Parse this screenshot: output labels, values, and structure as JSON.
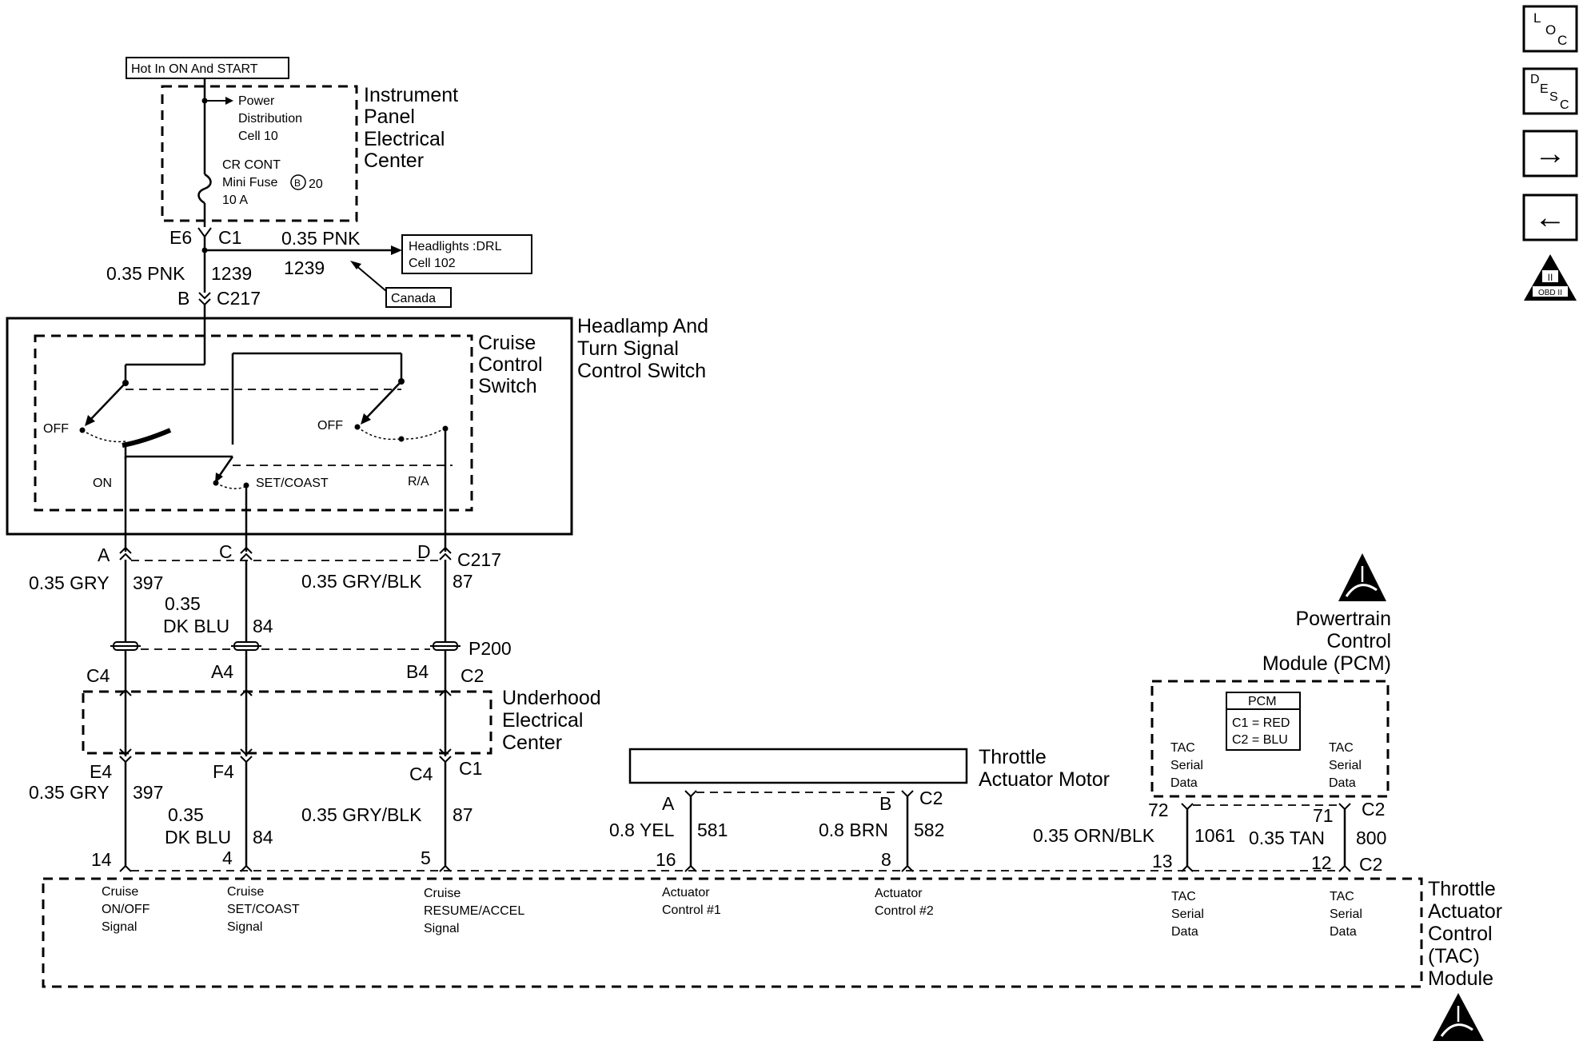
{
  "top": {
    "hot_label": "Hot In ON And START",
    "ipec": {
      "power_dist": [
        "Power",
        "Distribution",
        "Cell 10"
      ],
      "fuse": [
        "CR CONT",
        "Mini Fuse",
        "20",
        "10 A"
      ],
      "fuse_marker": "B",
      "title": [
        "Instrument",
        "Panel",
        "Electrical",
        "Center"
      ]
    },
    "conn_e6": "E6",
    "conn_c1": "C1",
    "branch_wire": "0.35 PNK",
    "branch_circuit": "1239",
    "headlights_box": [
      "Headlights :DRL",
      "Cell 102"
    ],
    "canada": "Canada",
    "main_wire": "0.35 PNK",
    "main_circuit": "1239",
    "conn_b": "B",
    "conn_c217": "C217"
  },
  "switch": {
    "outer_title": [
      "Headlamp And",
      "Turn Signal",
      "Control Switch"
    ],
    "inner_title": [
      "Cruise",
      "Control",
      "Switch"
    ],
    "off_left": "OFF",
    "off_right": "OFF",
    "on": "ON",
    "set_coast": "SET/COAST",
    "ra": "R/A"
  },
  "c217_pins": {
    "a": "A",
    "c": "C",
    "d": "D",
    "name": "C217"
  },
  "wires_upper": {
    "w1": "0.35 GRY",
    "c1": "397",
    "w2a": "0.35",
    "w2b": "DK BLU",
    "c2": "84",
    "w3": "0.35 GRY/BLK",
    "c3": "87"
  },
  "p200": "P200",
  "uec": {
    "top_pins": {
      "c4": "C4",
      "a4": "A4",
      "b4": "B4",
      "c2": "C2"
    },
    "title": [
      "Underhood",
      "Electrical",
      "Center"
    ],
    "bottom_pins": {
      "e4": "E4",
      "f4": "F4",
      "c4": "C4",
      "c1": "C1"
    }
  },
  "wires_lower": {
    "w1": "0.35 GRY",
    "c1": "397",
    "w2a": "0.35",
    "w2b": "DK BLU",
    "c2": "84",
    "w3": "0.35 GRY/BLK",
    "c3": "87"
  },
  "motor": {
    "title": [
      "Throttle",
      "Actuator Motor"
    ],
    "pin_a": "A",
    "pin_b": "B",
    "conn": "C2",
    "wire_a": "0.8 YEL",
    "circuit_a": "581",
    "wire_b": "0.8 BRN",
    "circuit_b": "582"
  },
  "pcm": {
    "title": [
      "Powertrain",
      "Control",
      "Module (PCM)"
    ],
    "legend_title": "PCM",
    "legend_lines": [
      "C1 = RED",
      "C2 = BLU"
    ],
    "left_signal": [
      "TAC",
      "Serial",
      "Data"
    ],
    "right_signal": [
      "TAC",
      "Serial",
      "Data"
    ],
    "pin_72": "72",
    "pin_71": "71",
    "conn": "C2",
    "wire_1": "0.35 ORN/BLK",
    "circuit_1": "1061",
    "wire_2": "0.35 TAN",
    "circuit_2": "800"
  },
  "tac": {
    "pins": [
      "14",
      "4",
      "5",
      "16",
      "8",
      "13",
      "12"
    ],
    "conn": "C2",
    "labels": [
      [
        "Cruise",
        "ON/OFF",
        "Signal"
      ],
      [
        "Cruise",
        "SET/COAST",
        "Signal"
      ],
      [
        "Cruise",
        "RESUME/ACCEL",
        "Signal"
      ],
      [
        "Actuator",
        "Control #1"
      ],
      [
        "Actuator",
        "Control #2"
      ],
      [
        "TAC",
        "Serial",
        "Data"
      ],
      [
        "TAC",
        "Serial",
        "Data"
      ]
    ],
    "title": [
      "Throttle",
      "Actuator",
      "Control",
      "(TAC)",
      "Module"
    ]
  },
  "nav": {
    "loc": [
      "L",
      "O",
      "C"
    ],
    "desc": [
      "D",
      "E",
      "S",
      "C"
    ],
    "next": "→",
    "prev": "←",
    "obd": [
      "II",
      "OBD II"
    ]
  },
  "colors": {
    "line": "#000000",
    "background": "#ffffff"
  }
}
